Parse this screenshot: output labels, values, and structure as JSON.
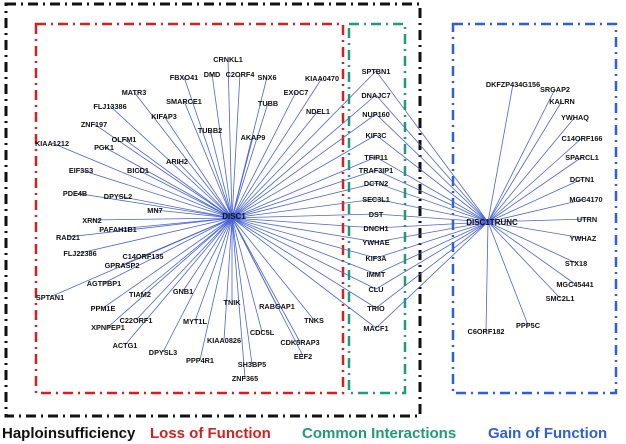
{
  "colors": {
    "haploinsufficiency": "#111111",
    "loss_of_function": "#d42020",
    "common": "#1f9a7a",
    "gain_of_function": "#2f5fd8",
    "edge": "#4a64d8",
    "node_text": "#111111"
  },
  "hubs": {
    "disc1": "DISC1",
    "disc1trunc": "DISC1TRUNC"
  },
  "groups": {
    "loss_of_function_genes": [
      "CRNKL1",
      "FBXO41",
      "DMD",
      "C2ORF4",
      "SNX6",
      "KIAA0470",
      "MATR3",
      "SMARCE1",
      "TUBB",
      "EXOC7",
      "FLJ13386",
      "KIFAP3",
      "NDEL1",
      "ZNF197",
      "TUBB2",
      "AKAP9",
      "OLFM1",
      "KIAA1212",
      "PGK1",
      "ARIH2",
      "BICD1",
      "EIF3S3",
      "PDE4B",
      "DPYSL2",
      "MN7",
      "XRN2",
      "PAFAH1B1",
      "RAD21",
      "FLJ22386",
      "C14ORF135",
      "GPRASP2",
      "AGTPBP1",
      "TIAM2",
      "GNB1",
      "SPTAN1",
      "PPM1E",
      "C22ORF1",
      "XPNPEP1",
      "MYT1L",
      "TNIK",
      "RABGAP1",
      "TNKS",
      "ACTG1",
      "KIAA0826",
      "CDC5L",
      "CDK5RAP3",
      "DPYSL3",
      "PPP4R1",
      "SH3BP5",
      "EEF2",
      "ZNF365"
    ],
    "common_genes": [
      "SPTBN1",
      "DNAJC7",
      "NUP160",
      "KIF3C",
      "TFIP11",
      "TRAF3IP1",
      "DCTN2",
      "SEC3L1",
      "DST",
      "DNCH1",
      "YWHAE",
      "KIF3A",
      "IMMT",
      "CLU",
      "TRIO",
      "MACF1"
    ],
    "gain_of_function_genes": [
      "DKFZP434G156",
      "SRGAP2",
      "KALRN",
      "YWHAQ",
      "C14ORF166",
      "SPARCL1",
      "DCTN1",
      "MGC4170",
      "UTRN",
      "YWHAZ",
      "STX18",
      "MGC45441",
      "SMC2L1",
      "PPP5C",
      "C6ORF182"
    ]
  },
  "legend": {
    "haploinsufficiency": "Haploinsufficiency",
    "loss_of_function": "Loss of Function",
    "common": "Common Interactions",
    "gain_of_function": "Gain of Function"
  }
}
